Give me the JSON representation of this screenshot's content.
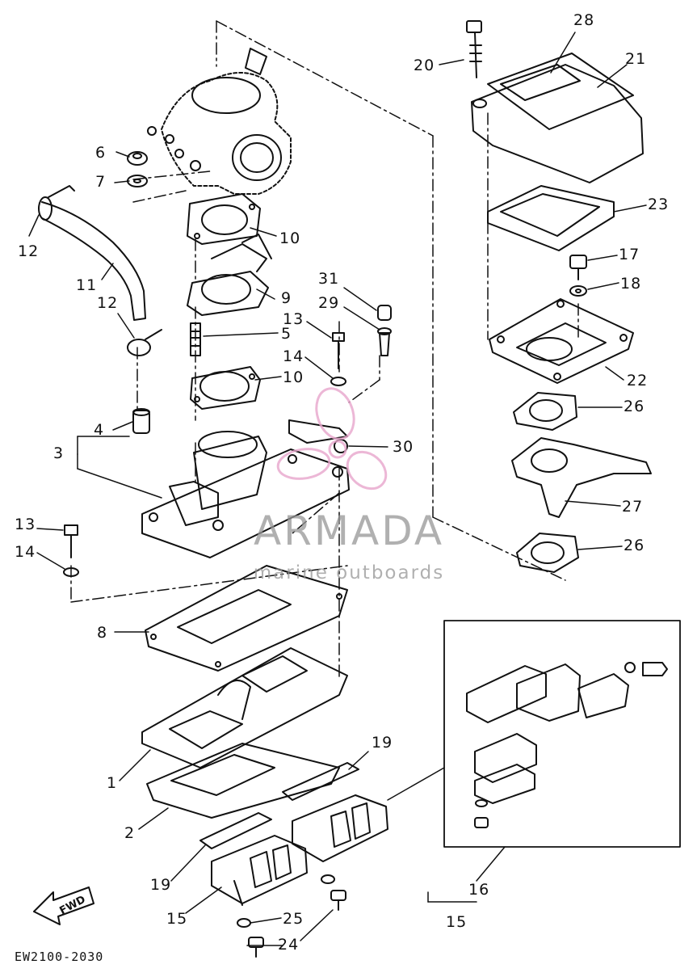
{
  "figure_code": "EW2100-2030",
  "direction_label": "FWD",
  "watermark": {
    "brand": "ARMADA",
    "tagline": "marine outboards",
    "color": "#e8a6cc"
  },
  "callouts": [
    {
      "id": "c1",
      "text": "1"
    },
    {
      "id": "c2",
      "text": "2"
    },
    {
      "id": "c3",
      "text": "3"
    },
    {
      "id": "c4",
      "text": "4"
    },
    {
      "id": "c5",
      "text": "5"
    },
    {
      "id": "c6",
      "text": "6"
    },
    {
      "id": "c7",
      "text": "7"
    },
    {
      "id": "c8",
      "text": "8"
    },
    {
      "id": "c9",
      "text": "9"
    },
    {
      "id": "c10a",
      "text": "10"
    },
    {
      "id": "c10b",
      "text": "10"
    },
    {
      "id": "c11",
      "text": "11"
    },
    {
      "id": "c12a",
      "text": "12"
    },
    {
      "id": "c12b",
      "text": "12"
    },
    {
      "id": "c13a",
      "text": "13"
    },
    {
      "id": "c13b",
      "text": "13"
    },
    {
      "id": "c14a",
      "text": "14"
    },
    {
      "id": "c14b",
      "text": "14"
    },
    {
      "id": "c15a",
      "text": "15"
    },
    {
      "id": "c15b",
      "text": "15"
    },
    {
      "id": "c16",
      "text": "16"
    },
    {
      "id": "c17",
      "text": "17"
    },
    {
      "id": "c18",
      "text": "18"
    },
    {
      "id": "c19a",
      "text": "19"
    },
    {
      "id": "c19b",
      "text": "19"
    },
    {
      "id": "c20",
      "text": "20"
    },
    {
      "id": "c21",
      "text": "21"
    },
    {
      "id": "c22",
      "text": "22"
    },
    {
      "id": "c23",
      "text": "23"
    },
    {
      "id": "c24",
      "text": "24"
    },
    {
      "id": "c25",
      "text": "25"
    },
    {
      "id": "c26a",
      "text": "26"
    },
    {
      "id": "c26b",
      "text": "26"
    },
    {
      "id": "c27",
      "text": "27"
    },
    {
      "id": "c28",
      "text": "28"
    },
    {
      "id": "c29",
      "text": "29"
    },
    {
      "id": "c30",
      "text": "30"
    },
    {
      "id": "c31",
      "text": "31"
    }
  ]
}
